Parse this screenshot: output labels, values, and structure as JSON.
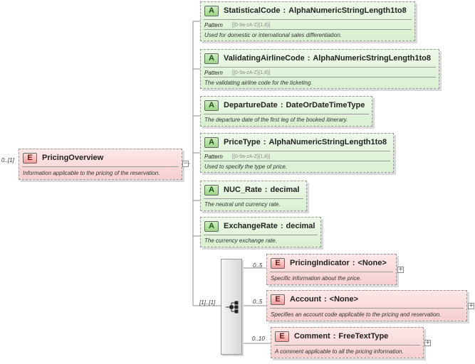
{
  "root": {
    "occurrence": "0..[1]",
    "badge": "E",
    "name": "PricingOverview",
    "doc": "Information applicable to the pricing of the reservation.",
    "collapse_glyph": "−"
  },
  "attributes": [
    {
      "badge": "A",
      "name": "StatisticalCode",
      "sep": ":",
      "type": "AlphaNumericStringLength1to8",
      "pattern_label": "Pattern",
      "pattern": "[[0-9a-zA-Z]{1,8}]",
      "doc": "Used for domestic or international sales differentiation."
    },
    {
      "badge": "A",
      "name": "ValidatingAirlineCode",
      "sep": ":",
      "type": "AlphaNumericStringLength1to8",
      "pattern_label": "Pattern",
      "pattern": "[[0-9a-zA-Z]{1,8}]",
      "doc": "The validating airline code for the ticketing."
    },
    {
      "badge": "A",
      "name": "DepartureDate",
      "sep": ":",
      "type": "DateOrDateTimeType",
      "doc": "The departure date of the first leg of the booked itinerary."
    },
    {
      "badge": "A",
      "name": "PriceType",
      "sep": ":",
      "type": "AlphaNumericStringLength1to8",
      "pattern_label": "Pattern",
      "pattern": "[[0-9a-zA-Z]{1,8}]",
      "doc": "Used to specify the type of price."
    },
    {
      "badge": "A",
      "name": "NUC_Rate",
      "sep": ":",
      "type": "decimal",
      "doc": "The neutral unit currency rate."
    },
    {
      "badge": "A",
      "name": "ExchangeRate",
      "sep": ":",
      "type": "decimal",
      "doc": "The currency exchange rate."
    }
  ],
  "sequence": {
    "occurrence": "[1]..[1]"
  },
  "children": [
    {
      "badge": "E",
      "occurrence": "0..5",
      "name": "PricingIndicator",
      "sep": ":",
      "type": "<None>",
      "doc": "Specific information about the price.",
      "expand_glyph": "+"
    },
    {
      "badge": "E",
      "occurrence": "0..5",
      "name": "Account",
      "sep": ":",
      "type": "<None>",
      "doc": "Specifies an account code applicable to the pricing and reservation.",
      "expand_glyph": "+"
    },
    {
      "badge": "E",
      "occurrence": "0..10",
      "name": "Comment",
      "sep": ":",
      "type": "FreeTextType",
      "doc": "A comment applicable to all the pricing information.",
      "expand_glyph": "+"
    }
  ],
  "colors": {
    "attribute_fill": "#e3f5dc",
    "element_fill": "#fadcdc",
    "border": "#9a9a9a",
    "wire": "#8c8c8c"
  }
}
